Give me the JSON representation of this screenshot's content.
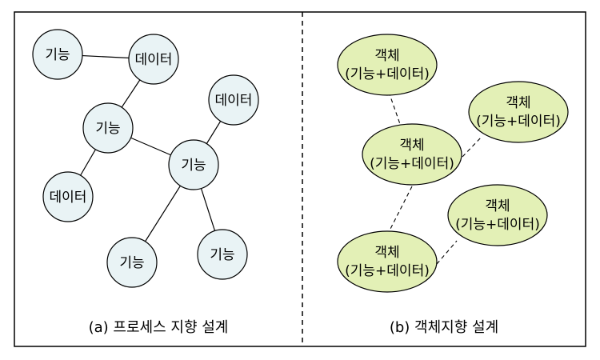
{
  "left": {
    "caption": "(a)  프로세스 지향 설계",
    "nodes": {
      "n1": "기능",
      "n2": "데이터",
      "n3": "기능",
      "n4": "데이터",
      "n5": "기능",
      "n6": "데이터",
      "n7": "기능",
      "n8": "기능"
    },
    "node_fill": "#e9f3f5"
  },
  "right": {
    "caption": "(b)  객체지향 설계",
    "objects": [
      {
        "line1": "객체",
        "line2": "(기능+데이터)"
      },
      {
        "line1": "객체",
        "line2": "(기능+데이터)"
      },
      {
        "line1": "객체",
        "line2": "(기능+데이터)"
      },
      {
        "line1": "객체",
        "line2": "(기능+데이터)"
      },
      {
        "line1": "객체",
        "line2": "(기능+데이터)"
      }
    ],
    "object_fill": "#e3f0b6"
  }
}
